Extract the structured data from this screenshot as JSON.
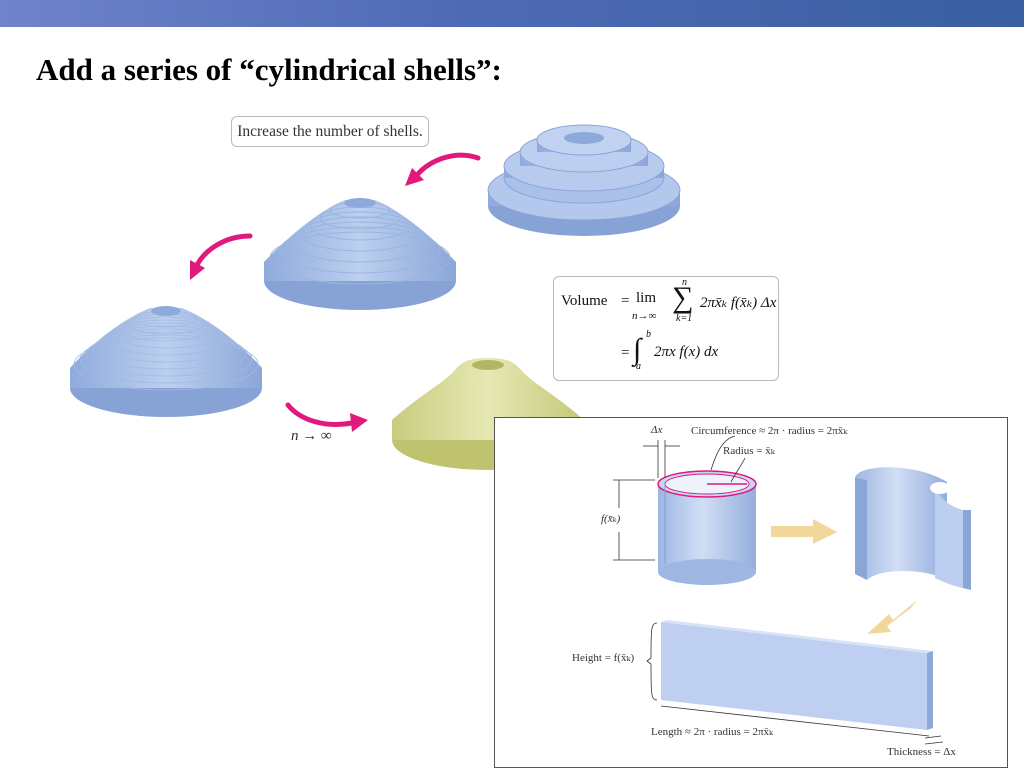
{
  "slide": {
    "title": "Add a series of “cylindrical shells”:"
  },
  "diagram": {
    "callout_text": "Increase the number of shells.",
    "limit_label": "n → ∞",
    "formula": {
      "volume_label": "Volume",
      "equals": "=",
      "lim": "lim",
      "lim_sub": "n→∞",
      "sigma": "∑",
      "sum_upper": "n",
      "sum_lower": "k=1",
      "sum_term": "2πx̄ₖ f(x̄ₖ) Δx",
      "integral": "∫",
      "int_upper": "b",
      "int_lower": "a",
      "int_term": "2πx f(x) dx"
    },
    "shell_panel": {
      "dx_label": "Δx",
      "circumference_label": "Circumference ≈ 2π · radius = 2πx̄ₖ",
      "radius_label": "Radius = x̄ₖ",
      "fx_label": "f(x̄ₖ)",
      "height_label": "Height = f(x̄ₖ)",
      "length_label": "Length ≈ 2π · radius = 2πx̄ₖ",
      "thickness_label": "Thickness = Δx"
    },
    "colors": {
      "shell_blue": "#a9c1e6",
      "shell_blue_dark": "#7f9fd3",
      "solid_yellow": "#d9dc9a",
      "arrow_magenta": "#e0197d",
      "arrow_tan": "#f2d79a",
      "bar_blue": "#3a5fa2"
    },
    "icons": [
      "curved-arrow-icon",
      "block-arrow-icon"
    ]
  }
}
